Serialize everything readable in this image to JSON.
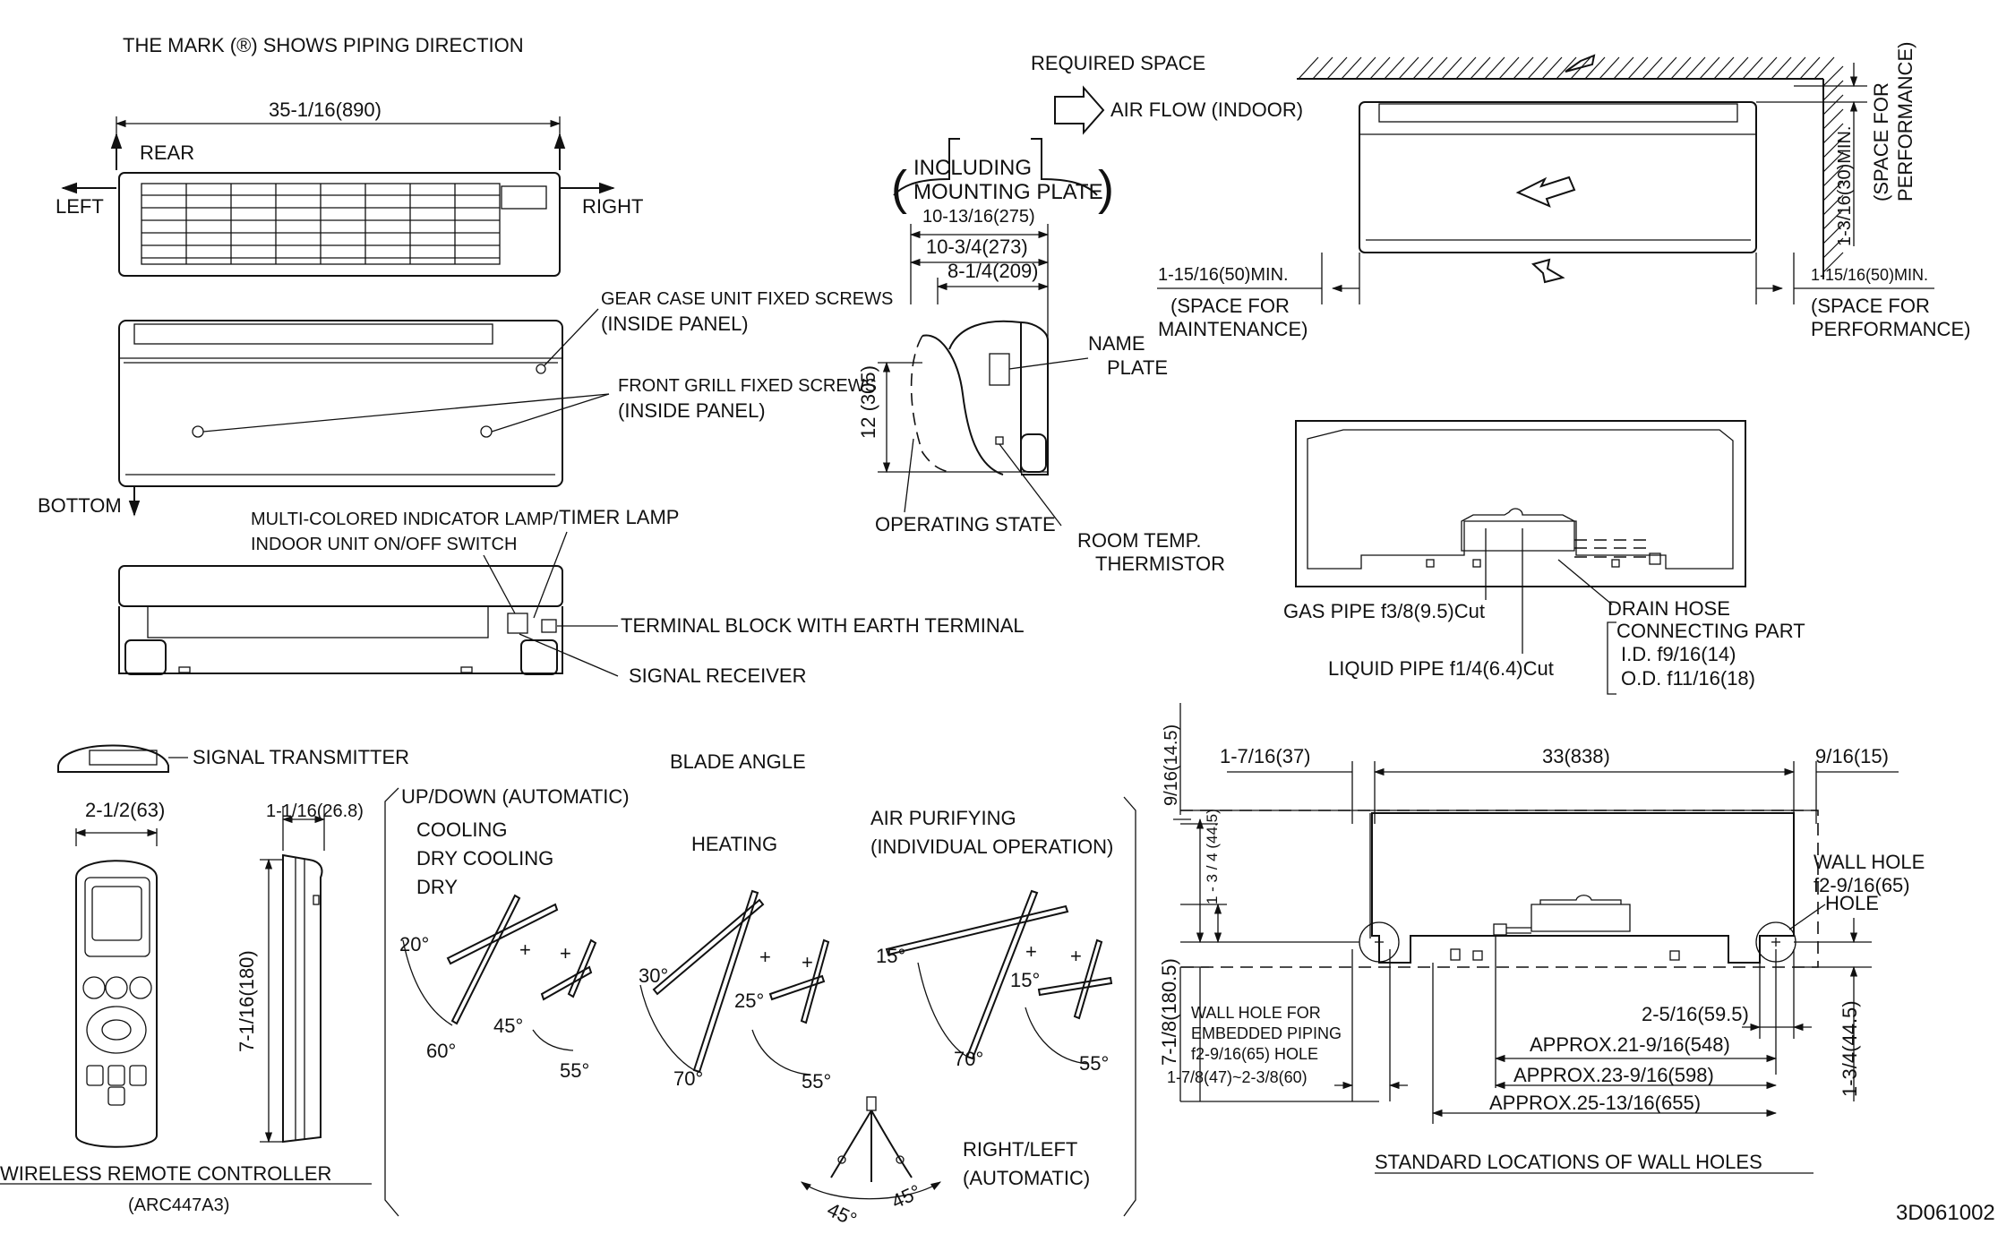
{
  "header": {
    "piping_note": "THE MARK (®) SHOWS PIPING DIRECTION",
    "required_space": "REQUIRED SPACE",
    "air_flow": "AIR FLOW (INDOOR)"
  },
  "top_view": {
    "width_dim": "35-1/16(890)",
    "rear": "REAR",
    "left": "LEFT",
    "right": "RIGHT"
  },
  "front_view": {
    "gear_case_screws": "GEAR CASE UNIT FIXED SCREWS",
    "inside_panel_1": "(INSIDE PANEL)",
    "front_grill_screws": "FRONT GRILL FIXED SCREWS",
    "inside_panel_2": "(INSIDE PANEL)",
    "bottom": "BOTTOM"
  },
  "bottom_view": {
    "indicator_lamp": "MULTI-COLORED INDICATOR LAMP/",
    "onoff_switch": "INDOOR UNIT ON/OFF SWITCH",
    "timer_lamp": "TIMER LAMP",
    "terminal_block": "TERMINAL BLOCK WITH EARTH TERMINAL",
    "signal_receiver": "SIGNAL RECEIVER"
  },
  "side_view": {
    "including_1": "INCLUDING",
    "including_2": "MOUNTING PLATE",
    "dim_275": "10-13/16(275)",
    "dim_273": "10-3/4(273)",
    "dim_209": "8-1/4(209)",
    "dim_305": "12 (305)",
    "name_plate_1": "NAME",
    "name_plate_2": "PLATE",
    "operating_state": "OPERATING STATE",
    "room_temp_1": "ROOM TEMP.",
    "room_temp_2": "THERMISTOR"
  },
  "space": {
    "left_min": "1-15/16(50)MIN.",
    "left_note_1": "(SPACE FOR",
    "left_note_2": "MAINTENANCE)",
    "right_min": "1-15/16(50)MIN.",
    "right_note_1": "(SPACE FOR",
    "right_note_2": "PERFORMANCE)",
    "top_min": "1-3/16(30)MIN.",
    "top_note_1": "(SPACE FOR",
    "top_note_2": "PERFORMANCE)"
  },
  "mounting_plate": {
    "gas_pipe": "GAS PIPE f3/8(9.5)Cut",
    "liquid_pipe": "LIQUID PIPE f1/4(6.4)Cut",
    "drain_hose_1": "DRAIN HOSE",
    "drain_hose_2": "CONNECTING PART",
    "drain_id": "I.D.   f9/16(14)",
    "drain_od": "O.D.  f11/16(18)"
  },
  "remote": {
    "signal_transmitter": "SIGNAL TRANSMITTER",
    "width_dim": "2-1/2(63)",
    "depth_dim": "1-1/16(26.8)",
    "height_dim": "7-1/16(180)",
    "title": "WIRELESS REMOTE CONTROLLER",
    "model": "(ARC447A3)"
  },
  "blade_angle": {
    "title": "BLADE ANGLE",
    "updown": "UP/DOWN (AUTOMATIC)",
    "cooling": "COOLING",
    "dry_cooling": "DRY COOLING",
    "dry": "DRY",
    "heating": "HEATING",
    "air_purifying_1": "AIR PURIFYING",
    "air_purifying_2": "(INDIVIDUAL OPERATION)",
    "c_20": "20°",
    "c_60": "60°",
    "c_45": "45°",
    "c_55": "55°",
    "h_30": "30°",
    "h_70": "70°",
    "h_25": "25°",
    "h_55": "55°",
    "a_15a": "15°",
    "a_70": "70°",
    "a_15b": "15°",
    "a_55": "55°",
    "right_left_1": "RIGHT/LEFT",
    "right_left_2": "(AUTOMATIC)",
    "rl_45a": "45°",
    "rl_45b": "45°"
  },
  "wall_holes": {
    "d_14_5": "9/16(14.5)",
    "d_37": "1-7/16(37)",
    "d_838": "33(838)",
    "d_15": "9/16(15)",
    "d_44_5a": "1 - 3 / 4 (44.5)",
    "d_180_5": "7-1/8(180.5)",
    "wall_hole_1": "WALL HOLE",
    "wall_hole_2": "f2-9/16(65)",
    "wall_hole_3": "HOLE",
    "embedded_1": "WALL HOLE FOR",
    "embedded_2": "EMBEDDED PIPING",
    "embedded_3": "f2-9/16(65) HOLE",
    "d_47_60": "1-7/8(47)~2-3/8(60)",
    "d_59_5": "2-5/16(59.5)",
    "d_548": "APPROX.21-9/16(548)",
    "d_598": "APPROX.23-9/16(598)",
    "d_655": "APPROX.25-13/16(655)",
    "d_44_5b": "1-3/4(44.5)",
    "title": "STANDARD LOCATIONS OF WALL HOLES"
  },
  "drawing_no": "3D061002"
}
